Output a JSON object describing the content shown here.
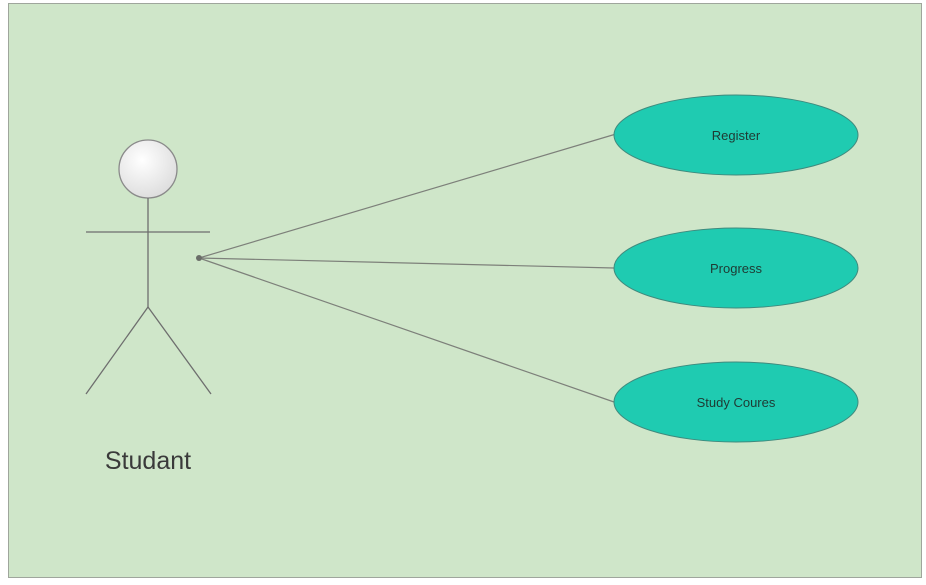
{
  "actor": {
    "name": "Studant"
  },
  "use_cases": [
    {
      "label": "Register"
    },
    {
      "label": "Progress"
    },
    {
      "label": "Study Coures"
    }
  ],
  "colors": {
    "background": "#cfe6c9",
    "border": "#9fa69c",
    "use_case_fill": "#1fcbb1",
    "use_case_stroke": "#3f8a7d",
    "line": "#7d807a",
    "actor_head": "#f2f2f2"
  }
}
